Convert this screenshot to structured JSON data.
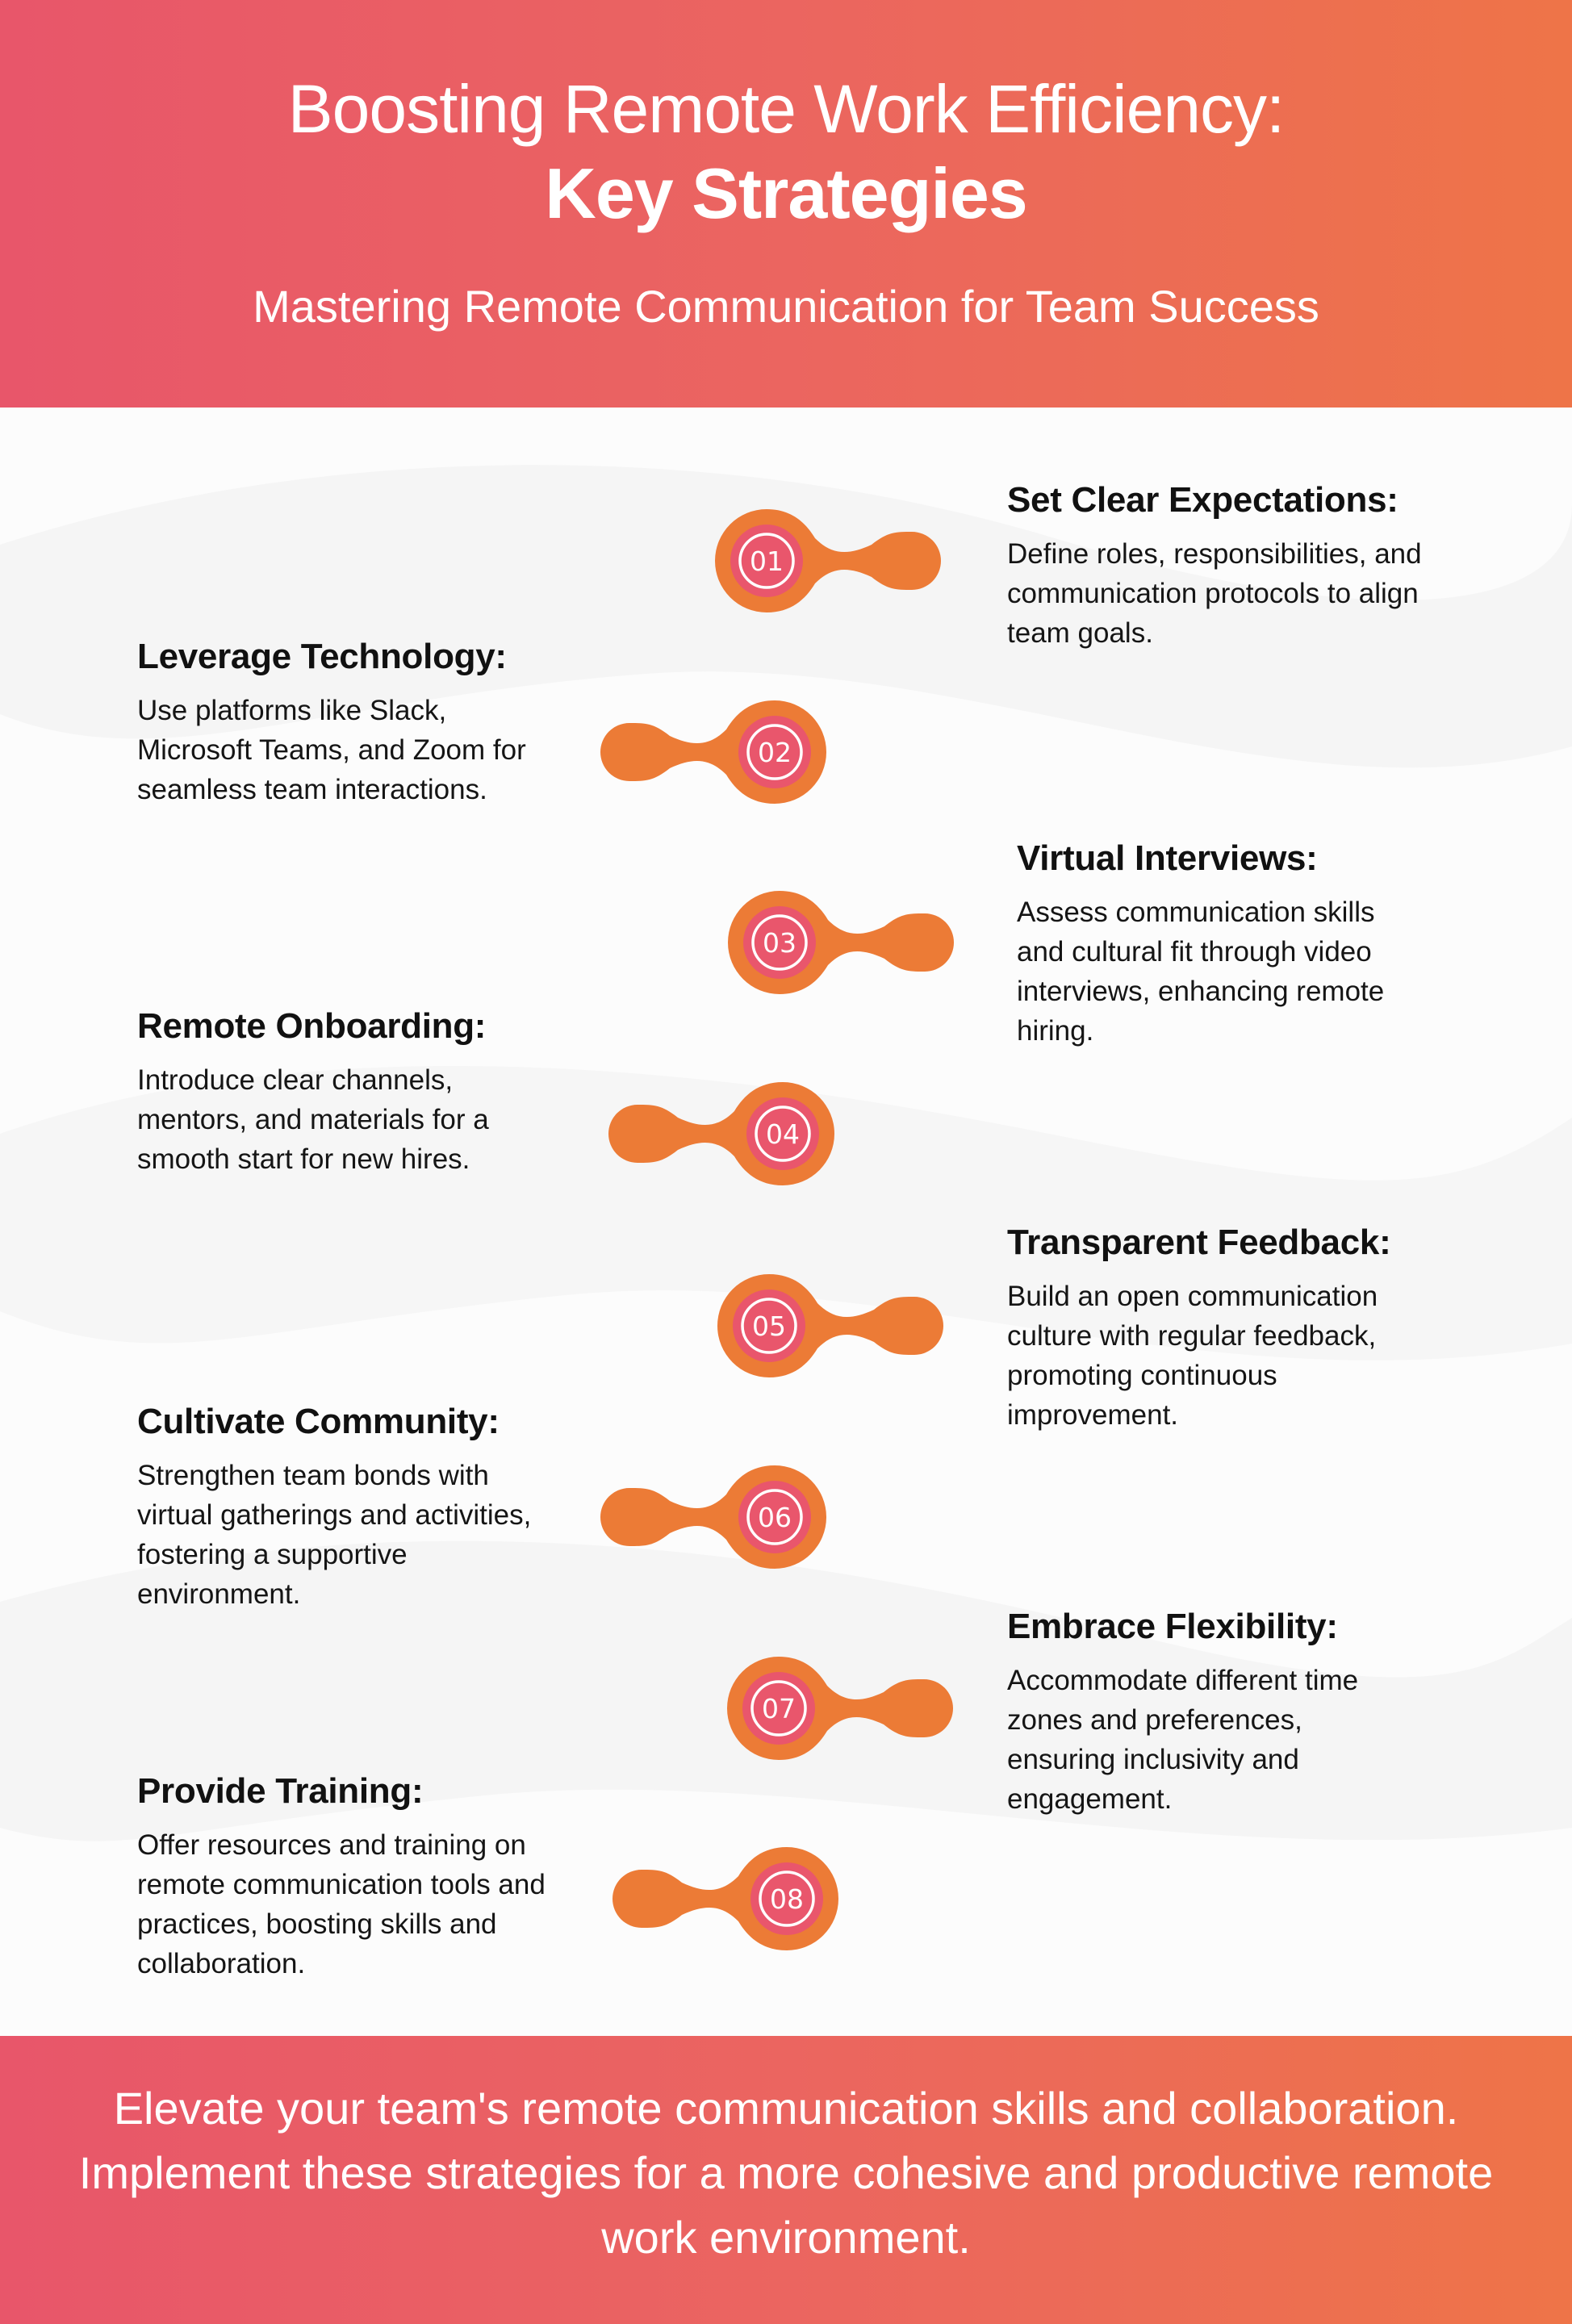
{
  "header": {
    "title_line1": "Boosting Remote Work Efficiency:",
    "title_line2": "Key Strategies",
    "subtitle": "Mastering Remote Communication for Team Success"
  },
  "colors": {
    "gradient_start": "#E8566A",
    "gradient_end": "#EE7448",
    "node_orange": "#EC7B36",
    "node_pink": "#E9566C",
    "text_dark": "#111111",
    "background": "#FCFCFC"
  },
  "strategies": [
    {
      "number": "01",
      "side": "right",
      "title": "Set Clear Expectations:",
      "description": "Define roles, responsibilities, and communication protocols to align team goals."
    },
    {
      "number": "02",
      "side": "left",
      "title": "Leverage Technology:",
      "description": "Use platforms like Slack, Microsoft Teams, and Zoom for seamless team interactions."
    },
    {
      "number": "03",
      "side": "right",
      "title": "Virtual Interviews:",
      "description": "Assess communication skills and cultural fit through video interviews, enhancing remote hiring."
    },
    {
      "number": "04",
      "side": "left",
      "title": "Remote Onboarding:",
      "description": "Introduce clear channels, mentors, and materials for a smooth start for new hires."
    },
    {
      "number": "05",
      "side": "right",
      "title": "Transparent Feedback:",
      "description": "Build an open communication culture with regular feedback, promoting continuous improvement."
    },
    {
      "number": "06",
      "side": "left",
      "title": "Cultivate Community:",
      "description": "Strengthen team bonds with virtual gatherings and activities, fostering a supportive environment."
    },
    {
      "number": "07",
      "side": "right",
      "title": "Embrace Flexibility:",
      "description": "Accommodate different time zones and preferences, ensuring inclusivity and engagement."
    },
    {
      "number": "08",
      "side": "left",
      "title": "Provide Training:",
      "description": "Offer resources and training on remote communication tools and practices, boosting skills and collaboration."
    }
  ],
  "footer": {
    "cta": "Elevate your team's remote communication skills and collaboration. Implement these strategies for a more cohesive and productive remote work environment."
  }
}
